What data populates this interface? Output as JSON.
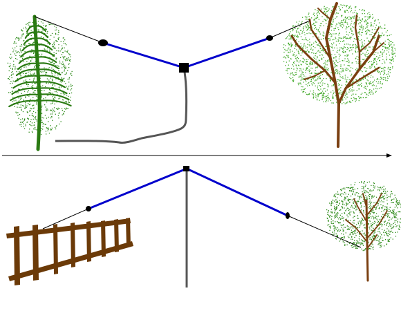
{
  "colors": {
    "background": "#ffffff",
    "antenna_element": "#0000cc",
    "feedline": "#555555",
    "support_rope": "#000000",
    "insulator": "#000000",
    "feedpoint": "#000000",
    "conifer_trunk": "#2a7a12",
    "conifer_foliage": "#2e8b1a",
    "deciduous_trunk": "#7a3f10",
    "deciduous_foliage": "#44aa2c",
    "fence_wood": "#6b3a08",
    "divider": "#000000"
  },
  "panels": [
    {
      "id": "top",
      "antenna": "inverted-v",
      "left_support": "conifer-tree",
      "right_support": "deciduous-tree"
    },
    {
      "id": "bottom",
      "antenna": "inverted-v-center-mast",
      "left_support": "wooden-fence",
      "right_support": "small-tree"
    }
  ]
}
